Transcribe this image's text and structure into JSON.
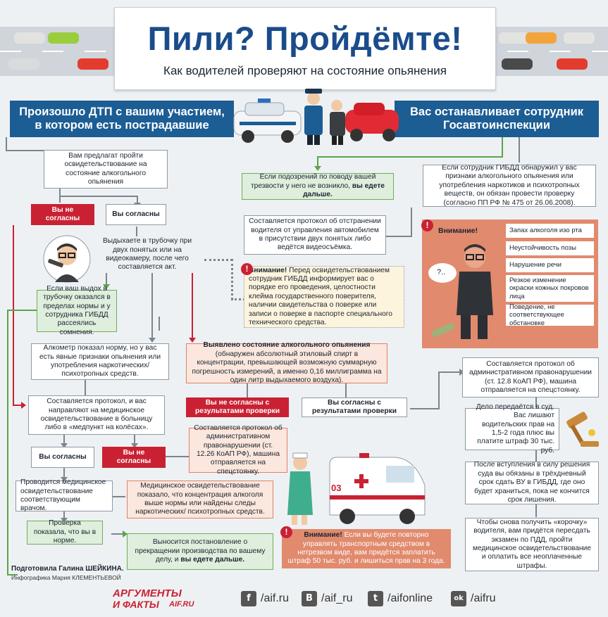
{
  "header": {
    "title": "Пили? Пройдёмте!",
    "subtitle": "Как водителей проверяют на состояние опьянения"
  },
  "banners": {
    "left": "Произошло ДТП с вашим участием, в котором есть пострадавшие",
    "right": "Вас останавливает сотрудник Госавтоинспекции"
  },
  "flow": {
    "offer": "Вам предлагат пройти освидетельствование на состояние алкогольного опьянения",
    "disagree1": "Вы не согласны",
    "agree1": "Вы согласны",
    "breathe": "Выдыхаете в трубочку при двух понятых или на видеокамеру, после чего составляется акт.",
    "no_suspicion": "Если подозрений по поводу вашей  трезвости у него не возникло,",
    "no_suspicion_bold": "вы едете дальше.",
    "removal": "Составляется протокол об отстранении водителя от управления автомобилем в присутствии двух понятых либо ведётся видеосъёмка.",
    "inspector_signs": "Если сотрудник ГИБДД обнаружил у вас признаки алкогольного опьянения или употребления наркотиков и психотропных веществ, он обязан провести проверку (согласно ПП РФ № 475 от 26.06.2008).",
    "warn1_bold": "Внимание!",
    "warn1": "Перед освидетельствованием сотрудник ГИБДД информирует вас о порядке его проведения, целостности клейма государственного поверителя, наличии свидетельства о поверке или записи о поверке в паспорте специального технического средства.",
    "normal_breath": "Если ваш выдох в трубочку оказался в пределах нормы и у сотрудника ГИБДД рассеялись сомнения.",
    "alcometer": "Алкометр показал норму, но у вас есть явные признаки опьянения или употребления наркотических/ психотропных средств.",
    "detected_bold": "Выявлено состояние алкогольного опьянения",
    "detected": "(обнаружен абсолютный этиловый спирт в концентрации, превышающей возможную суммарную погрешность измерений, а именно 0,16 миллиграмма на один литр выдыхаемого воздуха).",
    "hospital": "Составляется протокол, и вас направляют на медицинское освидетельствование в больницу либо в «медпункт на колёсах».",
    "disagree_results": "Вы не согласны с результатами проверки",
    "agree_results": "Вы согласны с результатами проверки",
    "admin_protocol": "Составляется протокол об административном правонарушении (ст. 12.8 КоАП РФ), машина отправляется на спецстоянку.",
    "agree2": "Вы согласны",
    "disagree2": "Вы не согласны",
    "protocol_1226": "Составляется протокол об административном правонарушении (ст. 12.26 КоАП РФ), машина отправляется на спецстоянку.",
    "court": "Дело передаётся в суд. Вас лишают водительских прав на 1,5-2 года плюс вы платите штраф 30 тыс. руб.",
    "medical": "Проводится медицинское освидетельствование соответствующим врачом.",
    "medical_result": "Медицинское освидетельствование показало, что концентрация алкоголя выше нормы или найдены следы наркотических/ психотропных средств.",
    "license": "После вступления в силу решения суда вы обязаны в трёхдневный срок сдать ВУ в ГИБДД, где оно будет храниться, пока не кончится срок лишения.",
    "normal_result": "Проверка показала, что вы в норме.",
    "termination": "Выносится постановление о прекращении производства по вашему делу, и",
    "termination_bold": "вы едете дальше.",
    "warn2_bold": "Внимание!",
    "warn2": "Если вы будете повторно управлять транспортным средством в нетрезвом виде, вам придётся заплатить штраф 50 тыс. руб. и лишиться прав на 3 года.",
    "return_license": "Чтобы снова получить «корочку» водителя, вам придётся пересдать экзамен по ПДД, пройти медицинское освидетельствование и оплатить все неоплаченные штрафы."
  },
  "symptoms": {
    "label": "Внимание!",
    "items": [
      "Запах алкоголя изо рта",
      "Неустойчивость позы",
      "Нарушение речи",
      "Резкое изменение окраски кожных покровов лица",
      "Поведение, не соответствующее обстановке"
    ]
  },
  "speech": "?..",
  "ambulance_number": "03",
  "credits": {
    "author": "Подготовила Галина ШЕЙКИНА.",
    "infographic": "Инфографика Мария КЛЕМЕНТЬЕВОЙ"
  },
  "logo": {
    "line1": "АРГУМЕНТЫ",
    "line2": "И ФАКТЫ",
    "site": "AIF.RU"
  },
  "social": [
    {
      "icon": "f",
      "handle": "/aif.ru"
    },
    {
      "icon": "В",
      "handle": "/aif_ru"
    },
    {
      "icon": "t",
      "handle": "/aifonline"
    },
    {
      "icon": "ok",
      "handle": "/aifru"
    }
  ],
  "colors": {
    "blue": "#1c5d94",
    "red": "#c92133",
    "green": "#5aa54a",
    "salmon": "#e18a6d"
  }
}
